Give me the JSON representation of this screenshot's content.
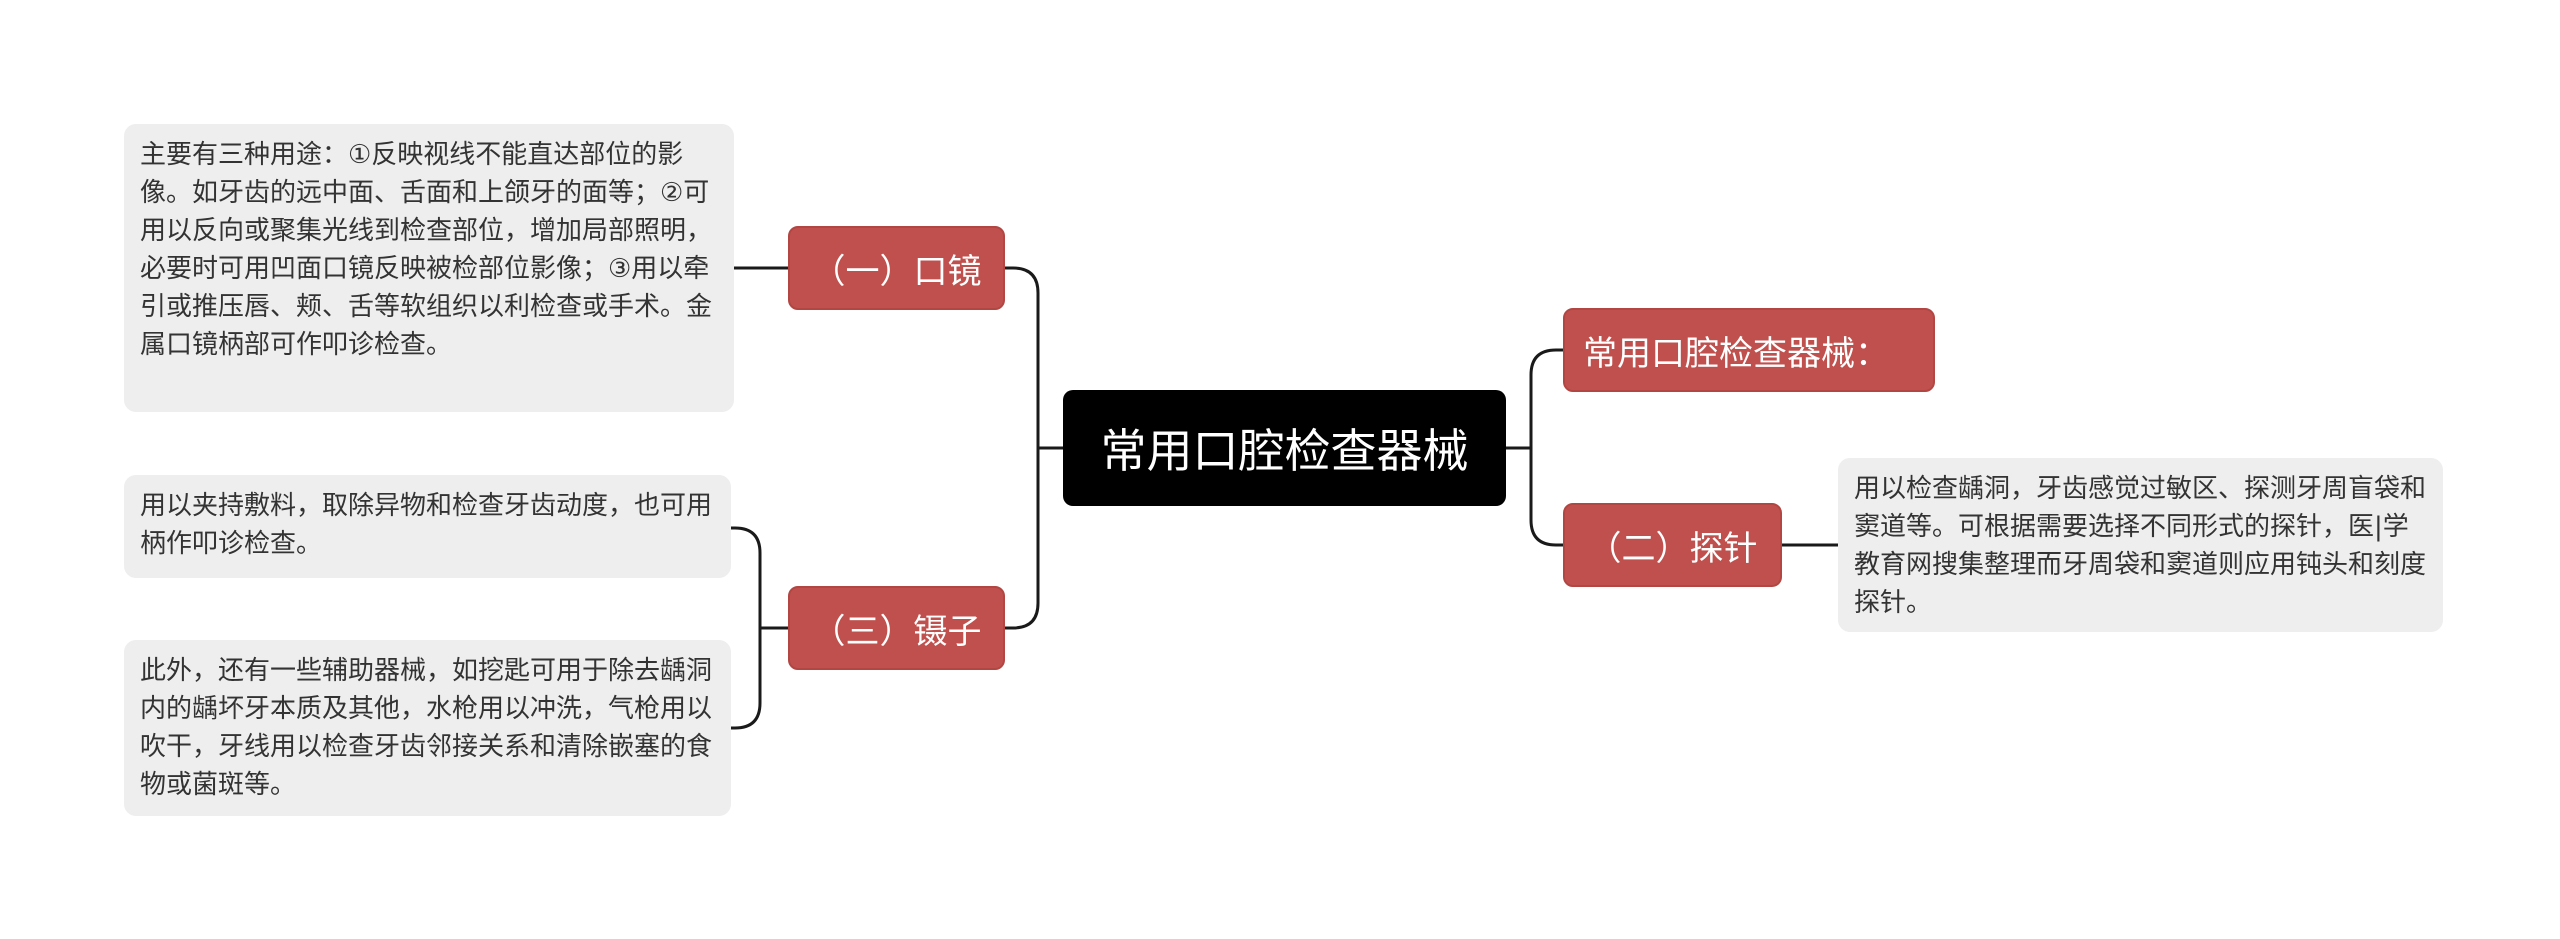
{
  "root": {
    "title": "常用口腔检查器械"
  },
  "branches": {
    "mirror": {
      "label": "（一）口镜"
    },
    "tweezers": {
      "label": "（三）镊子"
    },
    "heading": {
      "label": "常用口腔检查器械："
    },
    "probe": {
      "label": "（二）探针"
    }
  },
  "leaves": {
    "mirror_desc": "主要有三种用途：①反映视线不能直达部位的影像。如牙齿的远中面、舌面和上颌牙的面等；②可用以反向或聚集光线到检查部位，增加局部照明，必要时可用凹面口镜反映被检部位影像；③用以牵引或推压唇、颊、舌等软组织以利检查或手术。金属口镜柄部可作叩诊检查。",
    "tweezers_desc": "用以夹持敷料，取除异物和检查牙齿动度，也可用柄作叩诊检查。",
    "aux_desc": "此外，还有一些辅助器械，如挖匙可用于除去龋洞内的龋坏牙本质及其他，水枪用以冲洗，气枪用以吹干，牙线用以检查牙齿邻接关系和清除嵌塞的食物或菌斑等。",
    "probe_desc": "用以检查龋洞，牙齿感觉过敏区、探测牙周盲袋和窦道等。可根据需要选择不同形式的探针，医|学教育网搜集整理而牙周袋和窦道则应用钝头和刻度探针。"
  },
  "colors": {
    "root": "#000000",
    "branch": "#c0504d",
    "leaf": "#eeeeee",
    "line": "#1a1a1a"
  }
}
